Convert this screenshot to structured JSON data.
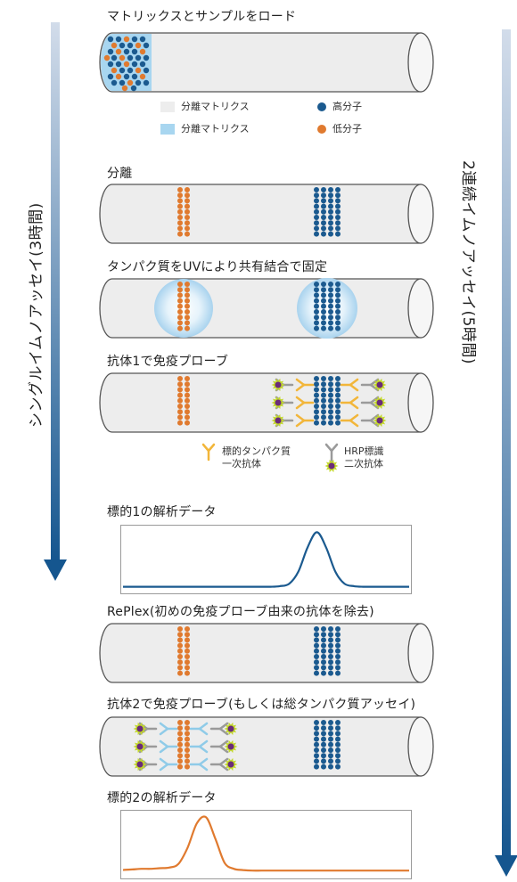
{
  "side_labels": {
    "left": "シングルイムノアッセイ(3時間)",
    "right": "2連続イムノアッセイ(5時間)"
  },
  "steps": {
    "load": "マトリックスとサンプルをロード",
    "separation": "分離",
    "uv_fix": "タンパク質をUVにより共有結合で固定",
    "probe1": "抗体1で免疫プローブ",
    "analysis1": "標的1の解析データ",
    "replex": "RePlex(初めの免疫プローブ由来の抗体を除去)",
    "probe2": "抗体2で免疫プローブ(もしくは総タンパク質アッセイ)",
    "analysis2": "標的2の解析データ"
  },
  "legend_matrix": {
    "gray_label": "分離マトリクス",
    "blue_label": "分離マトリクス",
    "high_mw": "高分子",
    "low_mw": "低分子"
  },
  "legend_antibody": {
    "primary_line1": "標的タンパク質",
    "primary_line2": "一次抗体",
    "secondary_line1": "HRP標識",
    "secondary_line2": "二次抗体"
  },
  "colors": {
    "capillary_fill": "#ededed",
    "capillary_stroke": "#555555",
    "high_mw_dot": "#1b5a8f",
    "low_mw_dot": "#e07a2f",
    "loading_zone": "#a8d6f0",
    "primary_antibody": "#f2b63a",
    "secondary_antibody": "#9a9a9a",
    "light_blue_antibody": "#8fcbe8",
    "hrp": "#6a2b7a",
    "hrp_glow": "#c3d92a",
    "arrow_top": "#c8d6e8",
    "arrow_bottom": "#15568f",
    "chart1_line": "#1b5a8f",
    "chart2_line": "#e07a2f"
  },
  "chart_data": [
    {
      "type": "line",
      "series": [
        {
          "values": [
            0.05,
            0.05,
            0.05,
            0.05,
            0.05,
            0.05,
            0.05,
            0.05,
            0.05,
            0.05,
            0.05,
            0.05,
            0.05,
            0.05,
            0.05,
            0.05,
            0.05,
            0.06,
            0.1,
            0.3,
            0.7,
            0.95,
            0.7,
            0.3,
            0.1,
            0.06,
            0.05,
            0.05,
            0.05,
            0.05,
            0.05,
            0.05
          ]
        }
      ],
      "x": [
        0,
        1,
        2,
        3,
        4,
        5,
        6,
        7,
        8,
        9,
        10,
        11,
        12,
        13,
        14,
        15,
        16,
        17,
        18,
        19,
        20,
        21,
        22,
        23,
        24,
        25,
        26,
        27,
        28,
        29,
        30,
        31
      ]
    },
    {
      "type": "line",
      "series": [
        {
          "values": [
            0.08,
            0.09,
            0.1,
            0.1,
            0.11,
            0.12,
            0.18,
            0.45,
            0.85,
            0.95,
            0.6,
            0.2,
            0.1,
            0.08,
            0.07,
            0.07,
            0.07,
            0.07,
            0.07,
            0.07,
            0.07,
            0.07,
            0.07,
            0.07,
            0.07,
            0.07,
            0.07,
            0.07,
            0.07,
            0.07,
            0.07,
            0.07
          ]
        }
      ],
      "x": [
        0,
        1,
        2,
        3,
        4,
        5,
        6,
        7,
        8,
        9,
        10,
        11,
        12,
        13,
        14,
        15,
        16,
        17,
        18,
        19,
        20,
        21,
        22,
        23,
        24,
        25,
        26,
        27,
        28,
        29,
        30,
        31
      ]
    }
  ]
}
